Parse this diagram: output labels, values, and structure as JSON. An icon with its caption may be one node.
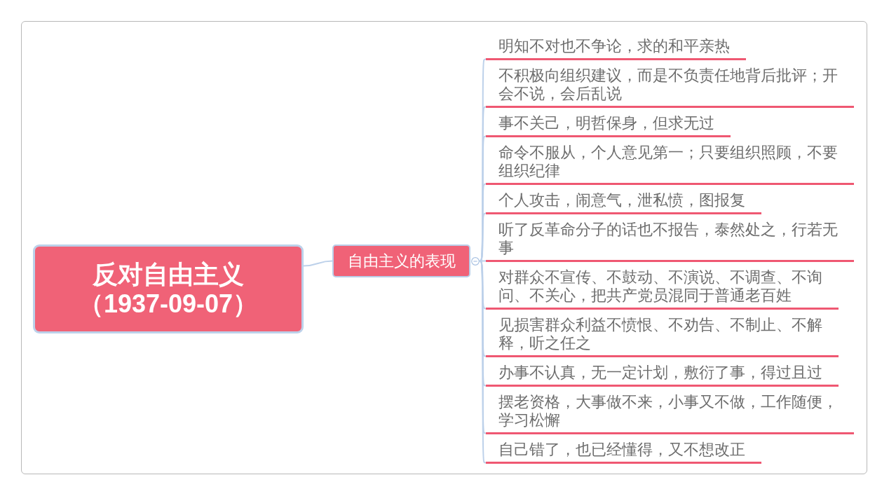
{
  "diagram": {
    "nodes": [
      {
        "text": [
          "反对自由主义",
          "（1937-09-07）"
        ]
      },
      {
        "text": [
          "自由主义的表现"
        ]
      },
      {
        "text": [
          "明知不对也不争论，求的和平亲热"
        ]
      },
      {
        "text": [
          "不积极向组织建议，而是不负责任地背后批评；开会不说，会后乱说"
        ]
      },
      {
        "text": [
          "事不关己，明哲保身，但求无过"
        ]
      },
      {
        "text": [
          "命令不服从，个人意见第一；只要组织照顾，不要组织纪律"
        ]
      },
      {
        "text": [
          "个人攻击，闹意气，泄私愤，图报复"
        ]
      },
      {
        "text": [
          "听了反革命分子的话也不报告，泰然处之，行若无事"
        ]
      },
      {
        "text": [
          "对群众不宣传、不鼓动、不演说、不调查、不询问、不关心，把共产党员混同于普通老百姓"
        ]
      },
      {
        "text": [
          "见损害群众利益不愤恨、不劝告、不制止、不解释，听之任之"
        ]
      },
      {
        "text": [
          "办事不认真，无一定计划，敷衍了事，得过且过"
        ]
      },
      {
        "text": [
          "摆老资格，大事做不来，小事又不做，工作随便，学习松懈"
        ]
      },
      {
        "text": [
          "自己错了，也已经懂得，又不想改正"
        ]
      }
    ],
    "edges": [
      {
        "from": 0,
        "to": 1,
        "arrow": "none"
      },
      {
        "from": 1,
        "to": 2,
        "arrow": "none"
      },
      {
        "from": 1,
        "to": 3,
        "arrow": "none"
      },
      {
        "from": 1,
        "to": 4,
        "arrow": "none"
      },
      {
        "from": 1,
        "to": 5,
        "arrow": "none"
      },
      {
        "from": 1,
        "to": 6,
        "arrow": "none"
      },
      {
        "from": 1,
        "to": 7,
        "arrow": "none"
      },
      {
        "from": 1,
        "to": 8,
        "arrow": "none"
      },
      {
        "from": 1,
        "to": 9,
        "arrow": "none"
      },
      {
        "from": 1,
        "to": 10,
        "arrow": "none"
      },
      {
        "from": 1,
        "to": 11,
        "arrow": "none"
      },
      {
        "from": 1,
        "to": 12,
        "arrow": "none"
      }
    ]
  }
}
